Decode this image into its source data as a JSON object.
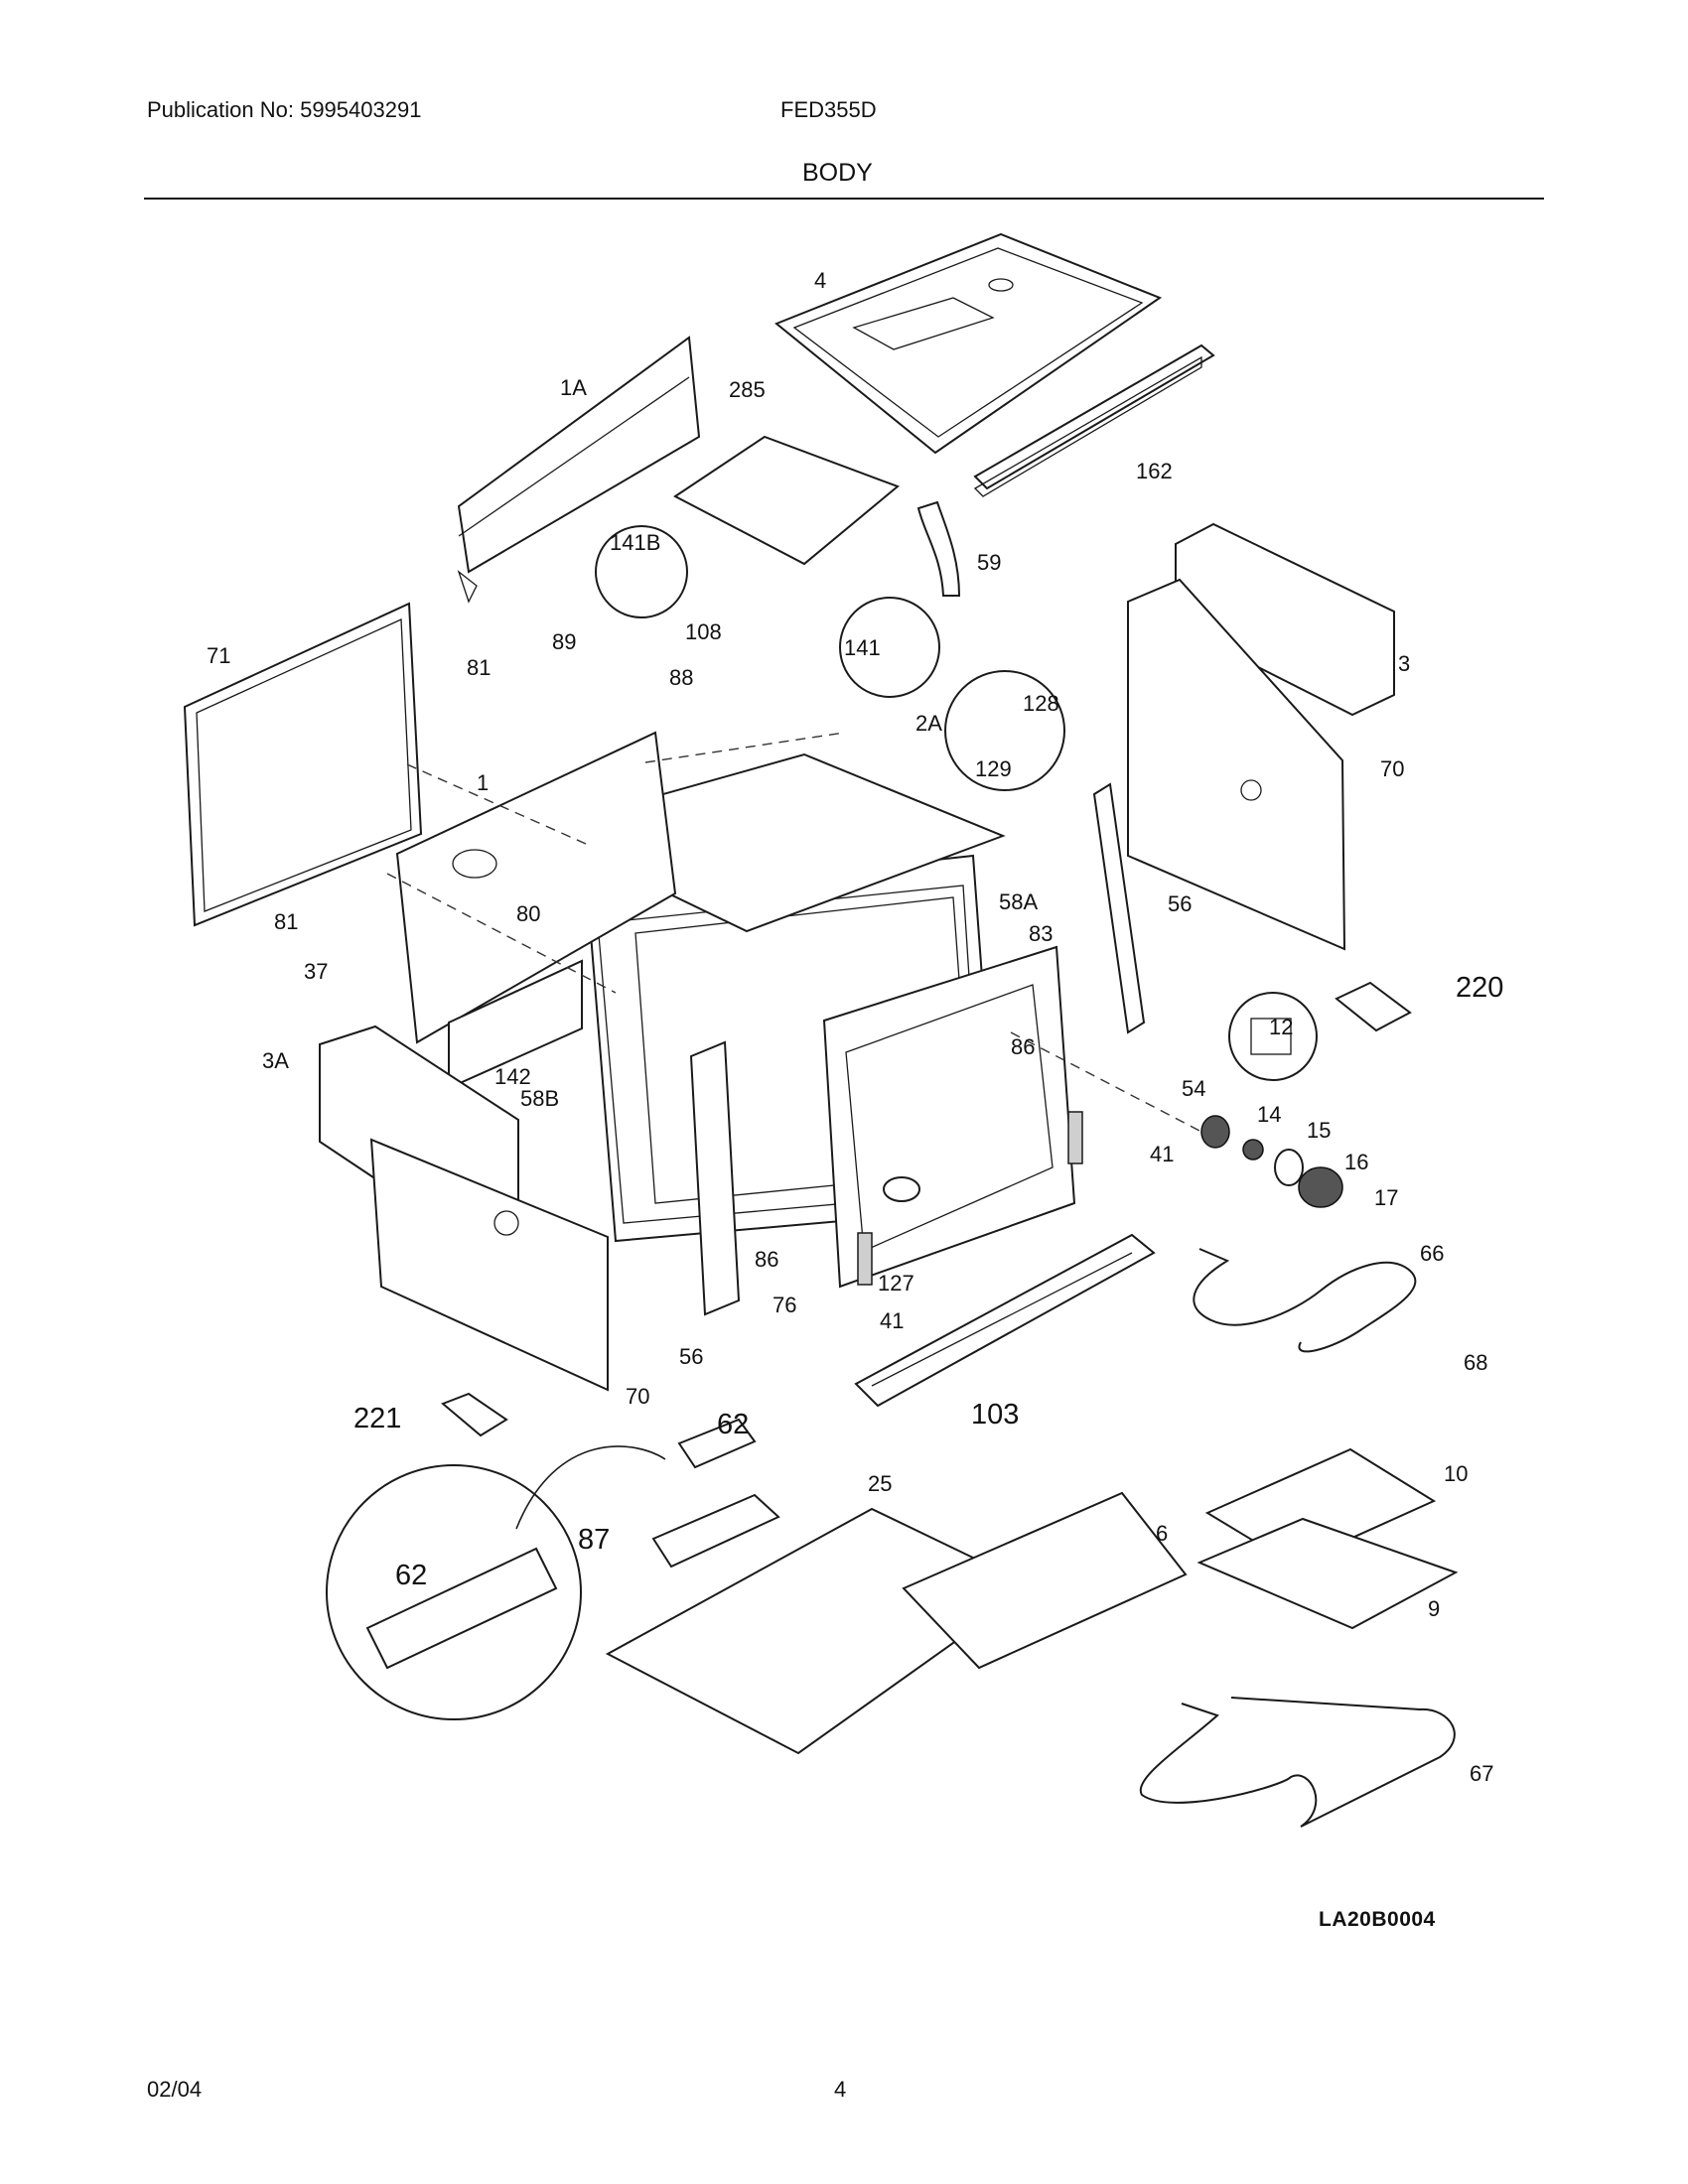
{
  "header": {
    "publication": "Publication No: 5995403291",
    "model": "FED355D",
    "section": "BODY"
  },
  "callouts": {
    "c4": "4",
    "c1A": "1A",
    "c285": "285",
    "c162": "162",
    "c141B": "141B",
    "c59": "59",
    "c71": "71",
    "c89": "89",
    "c108": "108",
    "c81a": "81",
    "c88": "88",
    "c141": "141",
    "c128": "128",
    "c2A": "2A",
    "c129": "129",
    "c3": "3",
    "c70a": "70",
    "c1": "1",
    "c58A": "58A",
    "c56a": "56",
    "c81b": "81",
    "c80": "80",
    "c83": "83",
    "c37": "37",
    "c220": "220",
    "c12": "12",
    "c3A": "3A",
    "c142": "142",
    "c86a": "86",
    "c58B": "58B",
    "c54": "54",
    "c14": "14",
    "c15": "15",
    "c16": "16",
    "c41a": "41",
    "c17": "17",
    "c86b": "86",
    "c66": "66",
    "c127": "127",
    "c76": "76",
    "c41b": "41",
    "c56b": "56",
    "c68": "68",
    "c70b": "70",
    "c103": "103",
    "c221": "221",
    "c62a": "62",
    "c25": "25",
    "c10": "10",
    "c87": "87",
    "c6": "6",
    "c62b": "62",
    "c9": "9",
    "c67": "67"
  },
  "drawing_code": "LA20B0004",
  "footer": {
    "date": "02/04",
    "page": "4"
  }
}
